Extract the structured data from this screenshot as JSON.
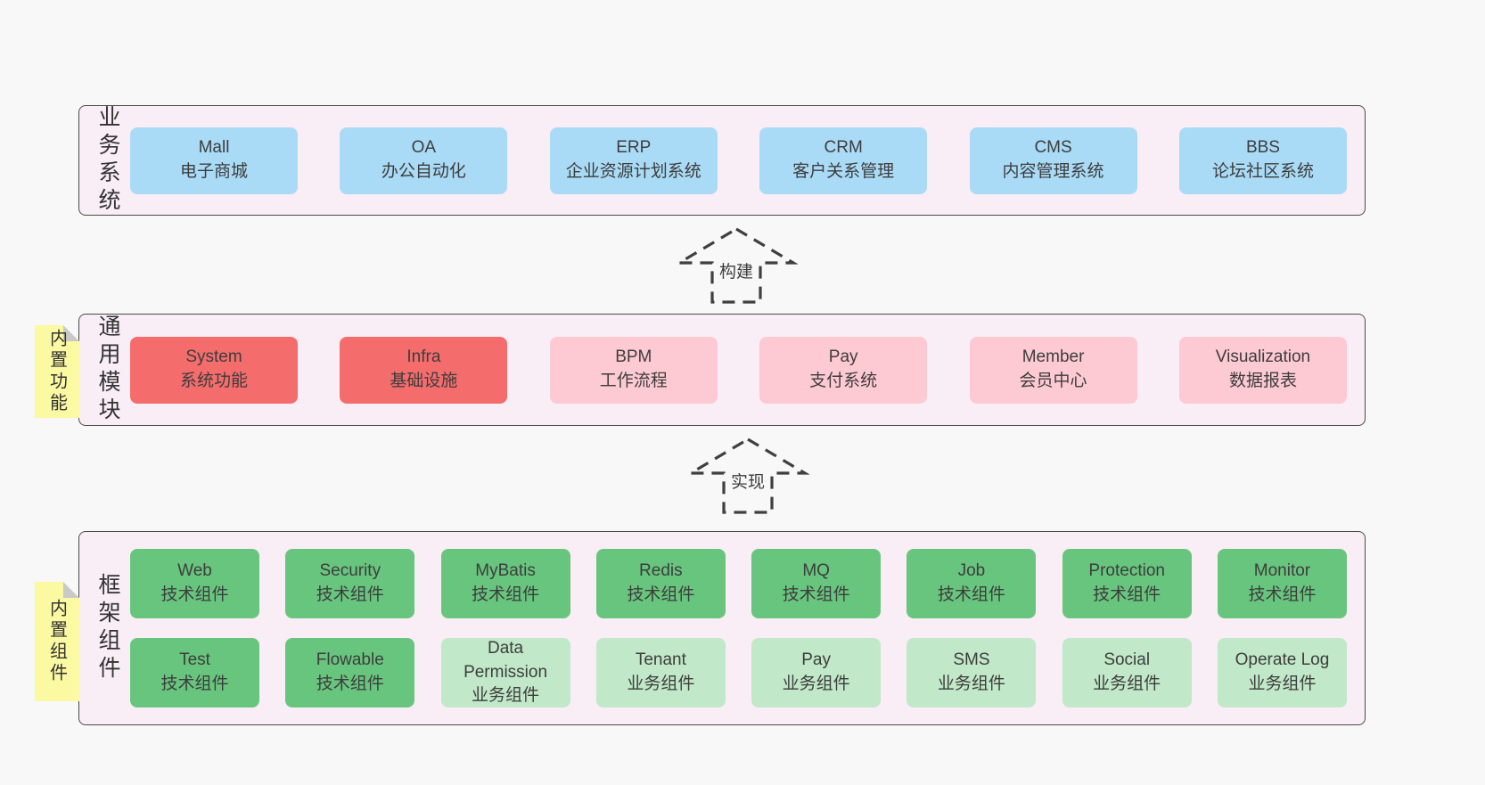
{
  "colors": {
    "page_bg": "#f8f8f8",
    "panel_bg": "#f9edf6",
    "panel_border": "#4a4a4a",
    "text": "#3d3d3d",
    "blue": "#aadbf6",
    "red": "#f56c6c",
    "pink": "#fdc9d3",
    "green": "#68c57e",
    "light_green": "#c1e8c8",
    "yellow": "#fbf9a2",
    "fold_gray": "#c9c9c9"
  },
  "arrows": [
    {
      "label": "构建"
    },
    {
      "label": "实现"
    }
  ],
  "sections": [
    {
      "id": "business",
      "label": "业务系统",
      "tab": null,
      "rows": [
        [
          {
            "title": "Mall",
            "subtitle": "电子商城",
            "color": "blue"
          },
          {
            "title": "OA",
            "subtitle": "办公自动化",
            "color": "blue"
          },
          {
            "title": "ERP",
            "subtitle": "企业资源计划系统",
            "color": "blue"
          },
          {
            "title": "CRM",
            "subtitle": "客户关系管理",
            "color": "blue"
          },
          {
            "title": "CMS",
            "subtitle": "内容管理系统",
            "color": "blue"
          },
          {
            "title": "BBS",
            "subtitle": "论坛社区系统",
            "color": "blue"
          }
        ]
      ]
    },
    {
      "id": "modules",
      "label": "通用模块",
      "tab": "内置功能",
      "rows": [
        [
          {
            "title": "System",
            "subtitle": "系统功能",
            "color": "red"
          },
          {
            "title": "Infra",
            "subtitle": "基础设施",
            "color": "red"
          },
          {
            "title": "BPM",
            "subtitle": "工作流程",
            "color": "pink"
          },
          {
            "title": "Pay",
            "subtitle": "支付系统",
            "color": "pink"
          },
          {
            "title": "Member",
            "subtitle": "会员中心",
            "color": "pink"
          },
          {
            "title": "Visualization",
            "subtitle": "数据报表",
            "color": "pink"
          }
        ]
      ]
    },
    {
      "id": "framework",
      "label": "框架组件",
      "tab": "内置组件",
      "rows": [
        [
          {
            "title": "Web",
            "subtitle": "技术组件",
            "color": "green"
          },
          {
            "title": "Security",
            "subtitle": "技术组件",
            "color": "green"
          },
          {
            "title": "MyBatis",
            "subtitle": "技术组件",
            "color": "green"
          },
          {
            "title": "Redis",
            "subtitle": "技术组件",
            "color": "green"
          },
          {
            "title": "MQ",
            "subtitle": "技术组件",
            "color": "green"
          },
          {
            "title": "Job",
            "subtitle": "技术组件",
            "color": "green"
          },
          {
            "title": "Protection",
            "subtitle": "技术组件",
            "color": "green"
          },
          {
            "title": "Monitor",
            "subtitle": "技术组件",
            "color": "green"
          }
        ],
        [
          {
            "title": "Test",
            "subtitle": "技术组件",
            "color": "green"
          },
          {
            "title": "Flowable",
            "subtitle": "技术组件",
            "color": "green"
          },
          {
            "title": "Data Permission",
            "subtitle": "业务组件",
            "color": "light_green"
          },
          {
            "title": "Tenant",
            "subtitle": "业务组件",
            "color": "light_green"
          },
          {
            "title": "Pay",
            "subtitle": "业务组件",
            "color": "light_green"
          },
          {
            "title": "SMS",
            "subtitle": "业务组件",
            "color": "light_green"
          },
          {
            "title": "Social",
            "subtitle": "业务组件",
            "color": "light_green"
          },
          {
            "title": "Operate Log",
            "subtitle": "业务组件",
            "color": "light_green"
          }
        ]
      ]
    }
  ]
}
